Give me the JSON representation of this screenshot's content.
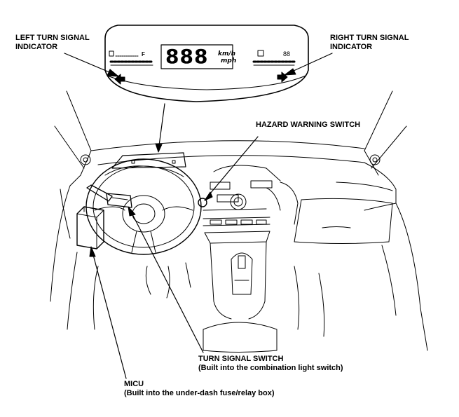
{
  "labels": {
    "left_turn_indicator": {
      "line1": "LEFT TURN SIGNAL",
      "line2": "INDICATOR"
    },
    "right_turn_indicator": {
      "line1": "RIGHT TURN SIGNAL",
      "line2": "INDICATOR"
    },
    "hazard_switch": {
      "line1": "HAZARD WARNING SWITCH"
    },
    "turn_signal_switch": {
      "line1": "TURN SIGNAL SWITCH",
      "line2": "(Built into the combination light switch)"
    },
    "micu": {
      "line1": "MICU",
      "line2": "(Built into the under-dash fuse/relay box)"
    }
  },
  "gauge": {
    "digits": "888",
    "unit_top": "km/h",
    "unit_bottom": "mph",
    "fuel_mark": "F",
    "trip_digits": "88"
  },
  "colors": {
    "line": "#000000",
    "background": "#ffffff"
  }
}
